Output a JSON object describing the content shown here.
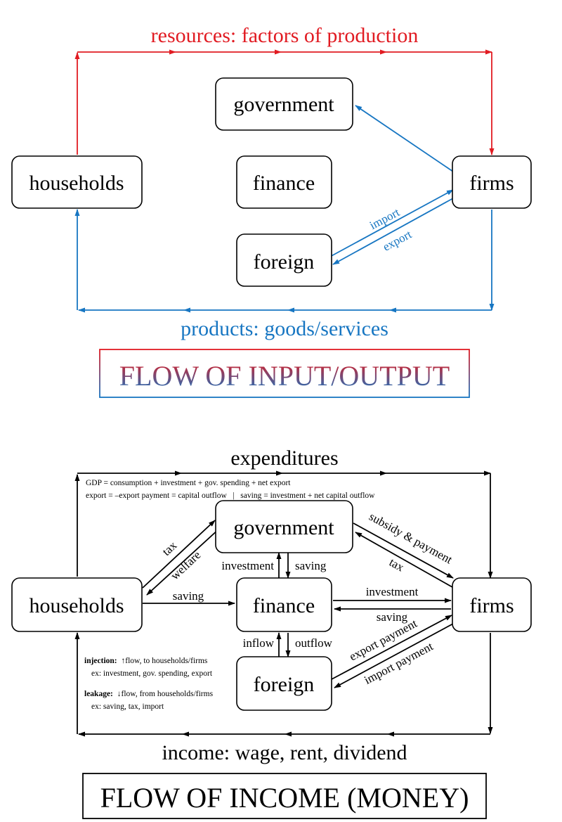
{
  "diagram1": {
    "top_flow_label": "resources: factors of production",
    "bottom_flow_label": "products: goods/services",
    "nodes": {
      "households": "households",
      "government": "government",
      "finance": "finance",
      "foreign": "foreign",
      "firms": "firms"
    },
    "import_label": "import",
    "export_label": "export",
    "banner": "FLOW OF INPUT/OUTPUT",
    "colors": {
      "red": "#e11b22",
      "blue": "#1776c2"
    }
  },
  "diagram2": {
    "top_flow_label": "expenditures",
    "bottom_flow_label": "income: wage, rent, dividend",
    "nodes": {
      "households": "households",
      "government": "government",
      "finance": "finance",
      "foreign": "foreign",
      "firms": "firms"
    },
    "notes": {
      "gdp": "GDP = consumption + investment + gov. spending + net export",
      "export_eq": "export = –export payment = capital outflow   |   saving = investment + net capital outflow"
    },
    "labels": {
      "tax_hh": "tax",
      "welfare": "welfare",
      "saving_hh": "saving",
      "investment_gov": "investment",
      "saving_gov": "saving",
      "subsidy": "subsidy & payment",
      "tax_firms": "tax",
      "investment_firms": "investment",
      "saving_firms": "saving",
      "inflow": "inflow",
      "outflow": "outflow",
      "export_payment": "export payment",
      "import_payment": "import payment"
    },
    "injection": {
      "title": "injection:",
      "text": "↑flow, to households/firms",
      "example": "ex: investment, gov. spending, export"
    },
    "leakage": {
      "title": "leakage:",
      "text": "↓flow, from households/firms",
      "example": "ex: saving, tax, import"
    },
    "banner": "FLOW OF INCOME (MONEY)"
  }
}
